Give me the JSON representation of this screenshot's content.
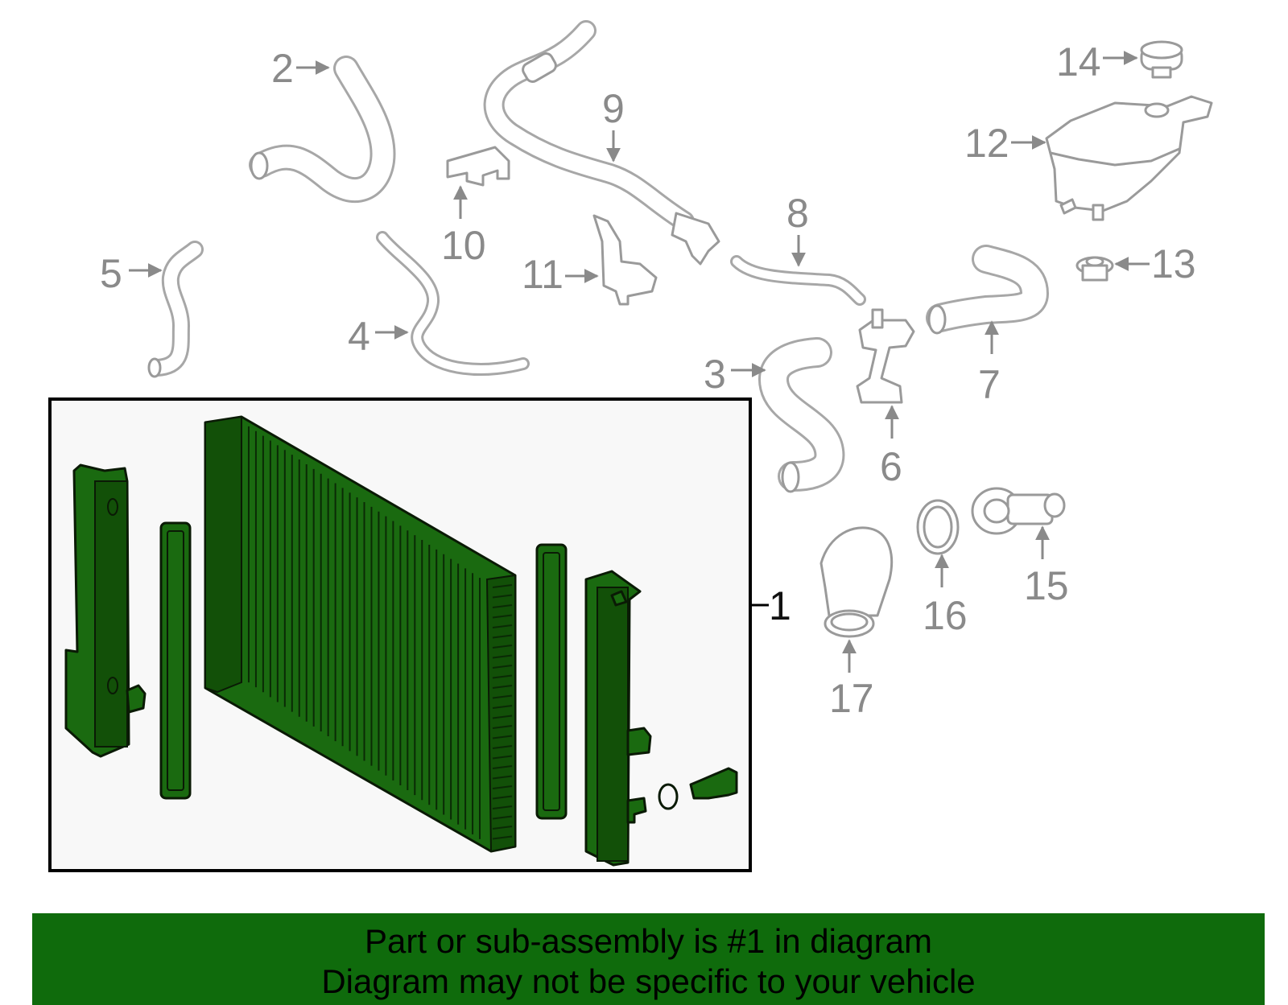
{
  "callouts": {
    "c1": "1",
    "c2": "2",
    "c3": "3",
    "c4": "4",
    "c5": "5",
    "c6": "6",
    "c7": "7",
    "c8": "8",
    "c9": "9",
    "c10": "10",
    "c11": "11",
    "c12": "12",
    "c13": "13",
    "c14": "14",
    "c15": "15",
    "c16": "16",
    "c17": "17"
  },
  "banner": {
    "line1": "Part or sub-assembly is #1 in diagram",
    "line2": "Diagram may not be specific to your vehicle"
  },
  "colors": {
    "highlight": "#1a6a10",
    "banner": "#0f6b0c",
    "line_gray": "#9a9a9a"
  }
}
